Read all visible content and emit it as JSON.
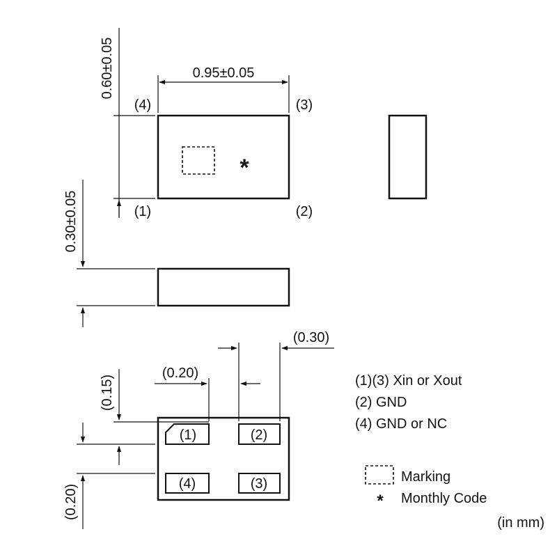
{
  "dims": {
    "height_top": "0.60±0.05",
    "width_top": "0.95±0.05",
    "thickness": "0.30±0.05",
    "pad_gap": "(0.20)",
    "pad_width": "(0.30)",
    "edge_offset": "(0.15)",
    "pad_pitch": "(0.20)"
  },
  "pins": {
    "p1": "(1)",
    "p2": "(2)",
    "p3": "(3)",
    "p4": "(4)"
  },
  "pin_legend": [
    "(1)(3) Xin or Xout",
    "(2) GND",
    "(4) GND or NC"
  ],
  "symbols": {
    "monthly_code": "*"
  },
  "symbol_legend": {
    "marking": "Marking",
    "monthly_code_symbol": "*",
    "monthly_code": "Monthly Code"
  },
  "unit_note": "(in mm)"
}
